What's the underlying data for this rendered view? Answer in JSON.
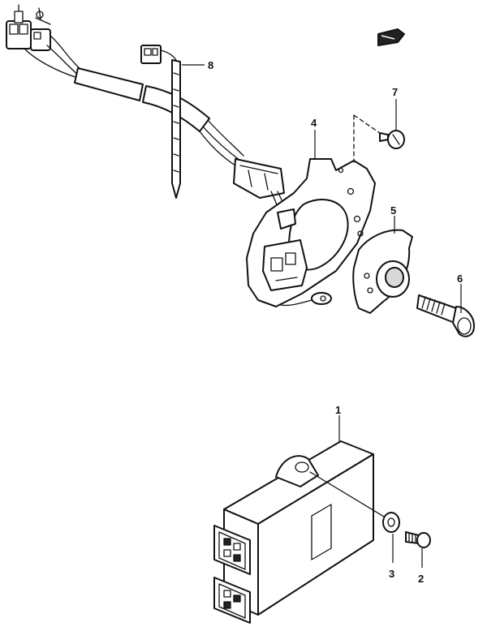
{
  "callouts": [
    {
      "id": "1",
      "label": "1"
    },
    {
      "id": "2",
      "label": "2"
    },
    {
      "id": "3",
      "label": "3"
    },
    {
      "id": "4",
      "label": "4"
    },
    {
      "id": "5",
      "label": "5"
    },
    {
      "id": "6",
      "label": "6"
    },
    {
      "id": "7",
      "label": "7"
    },
    {
      "id": "8",
      "label": "8"
    }
  ],
  "icons": {
    "front_marker": "front-arrow-icon"
  }
}
